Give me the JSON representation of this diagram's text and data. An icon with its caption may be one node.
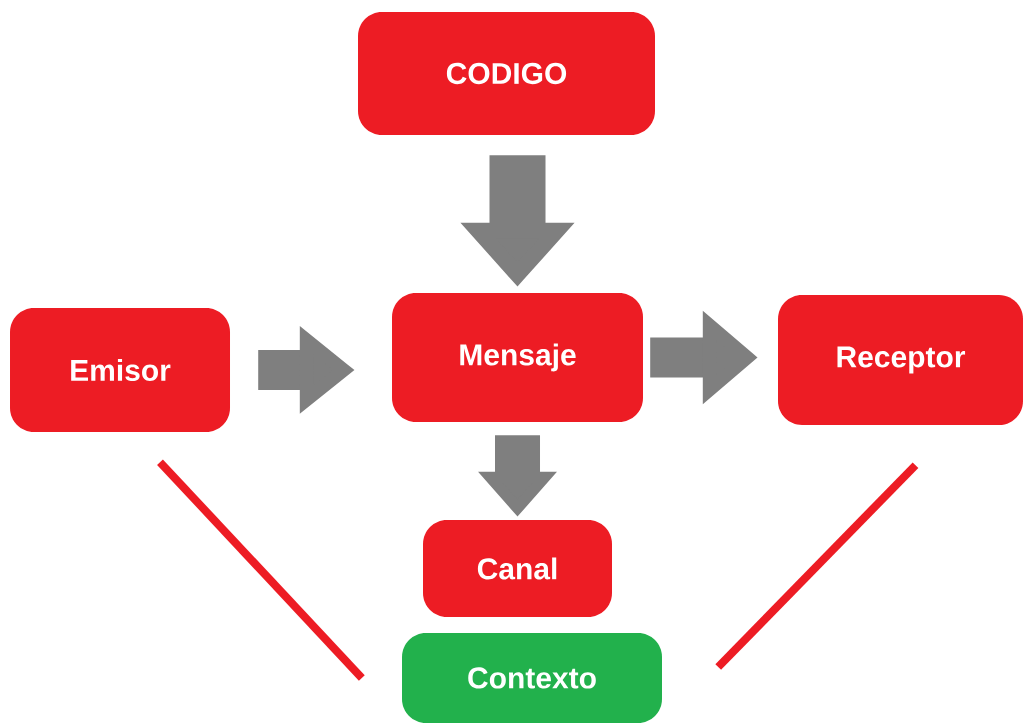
{
  "diagram": {
    "nodes": [
      {
        "text": [
          "CODIGO"
        ]
      },
      {
        "text": [
          "Emisor"
        ]
      },
      {
        "text": [
          "Mensaje"
        ]
      },
      {
        "text": [
          "Receptor"
        ]
      },
      {
        "text": [
          "Canal"
        ]
      },
      {
        "text": [
          "Contexto"
        ]
      }
    ],
    "edges": [
      {
        "from": 0,
        "to": 2,
        "arrow": "to"
      },
      {
        "from": 1,
        "to": 2,
        "arrow": "to"
      },
      {
        "from": 2,
        "to": 3,
        "arrow": "to"
      },
      {
        "from": 2,
        "to": 4,
        "arrow": "to"
      },
      {
        "from": 1,
        "to": 5,
        "arrow": "none",
        "color": "#ed1c24"
      },
      {
        "from": 3,
        "to": 5,
        "arrow": "none",
        "color": "#ed1c24"
      }
    ]
  }
}
